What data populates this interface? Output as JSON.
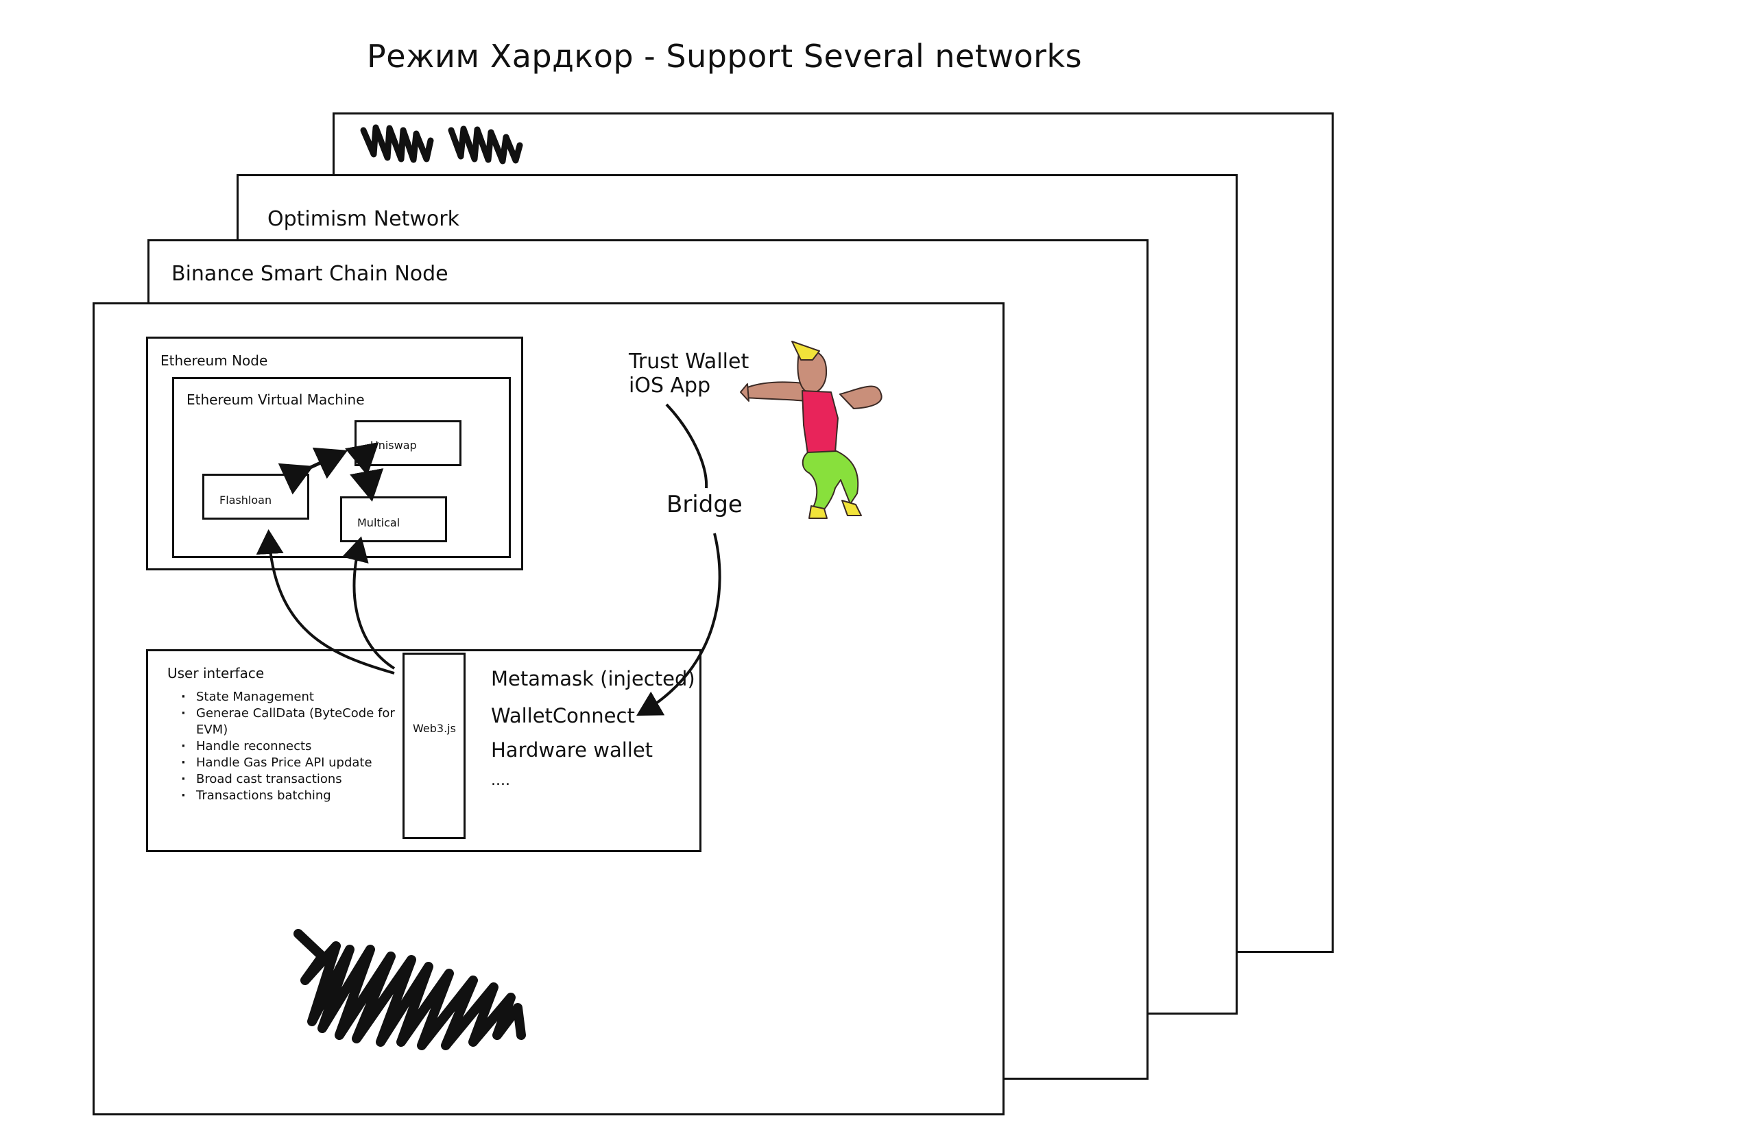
{
  "title": "Режим Хардкор - Support Several networks",
  "networks": {
    "back": {
      "label": ""
    },
    "optimism": {
      "label": "Optimism Network"
    },
    "bsc": {
      "label": "Binance Smart Chain Node"
    }
  },
  "ethereum_node": {
    "label": "Ethereum Node",
    "evm": {
      "label": "Ethereum Virtual Machine",
      "contracts": {
        "uniswap": "Uniswap",
        "flashloan": "Flashloan",
        "multical": "Multical"
      }
    }
  },
  "trust_wallet": {
    "label_line1": "Trust Wallet",
    "label_line2": "iOS App"
  },
  "bridge": {
    "label": "Bridge"
  },
  "user_interface": {
    "label": "User interface",
    "items": [
      "State Management",
      "Generae CallData (ByteCode for EVM)",
      "Handle reconnects",
      "Handle Gas Price API update",
      "Broad cast transactions",
      "Transactions batching"
    ],
    "web3": {
      "label": "Web3.js"
    }
  },
  "wallets": [
    "Metamask (injected)",
    "WalletConnect",
    "Hardware wallet",
    "...."
  ],
  "colors": {
    "stroke": "#111111",
    "figure_shirt": "#e8245a",
    "figure_pants": "#88e03c",
    "figure_hair": "#f2e33a",
    "figure_skin": "#c98f7a"
  },
  "icons": {
    "redacted_top": "scribble-redaction",
    "redacted_bottom": "scribble-redaction",
    "figure": "chad-meme-figure"
  }
}
